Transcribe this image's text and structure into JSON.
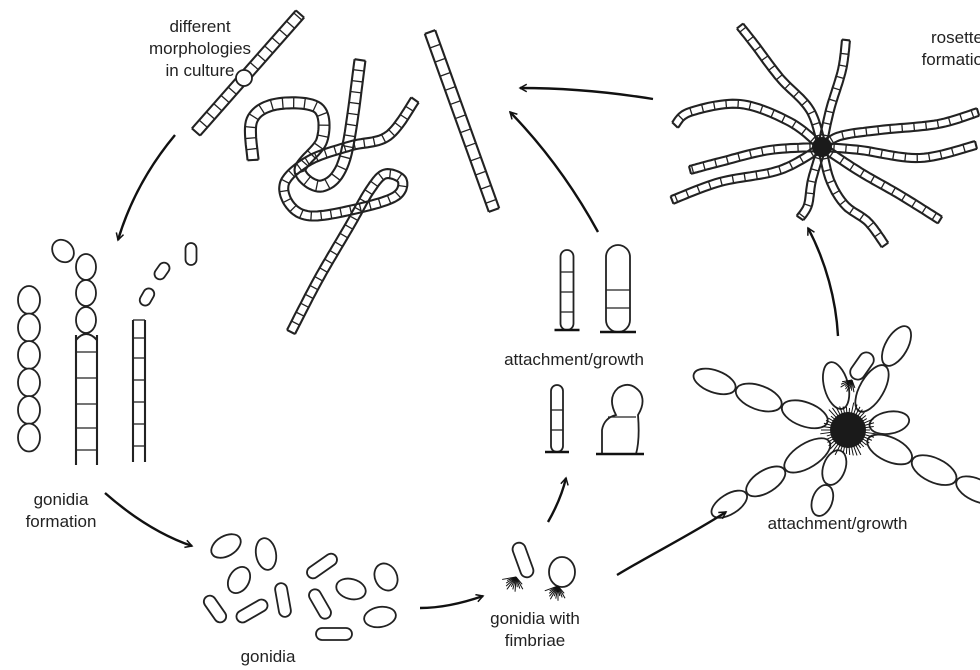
{
  "labels": {
    "morphologies": [
      "different",
      "morphologies",
      "in culture"
    ],
    "rosette": [
      "rosette",
      "formation"
    ],
    "gonidia_formation": [
      "gonidia",
      "formation"
    ],
    "gonidia": "gonidia",
    "gonidia_fimbriae": [
      "gonidia with",
      "fimbriae"
    ],
    "attachment_top": "attachment/growth",
    "attachment_right": "attachment/growth"
  },
  "colors": {
    "ink": "#222222",
    "background": "#ffffff",
    "hub": "#1a1a1a"
  }
}
